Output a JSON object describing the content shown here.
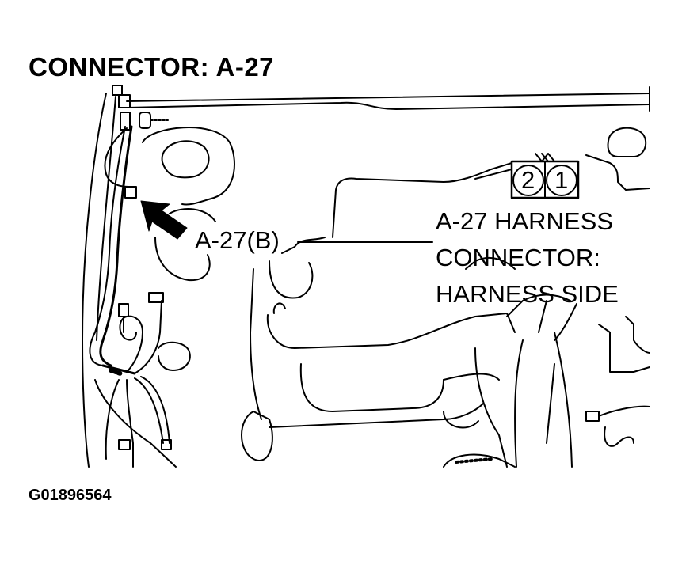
{
  "title": "CONNECTOR: A-27",
  "callout_label": "A-27(B)",
  "harness_label": {
    "line1": "A-27 HARNESS",
    "line2": "CONNECTOR:",
    "line3": "HARNESS SIDE"
  },
  "connector_pins": {
    "left": "2",
    "right": "1"
  },
  "figure_code": "G01896564"
}
